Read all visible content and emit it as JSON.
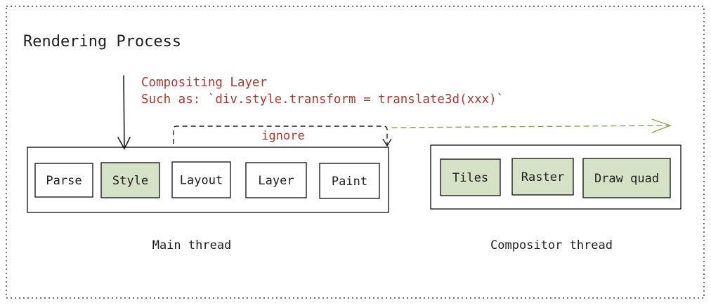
{
  "title": "Rendering Process",
  "annotation": {
    "line1": "Compositing Layer",
    "line2": "Such as: `div.style.transform = translate3d(xxx)`",
    "ignore_label": "ignore"
  },
  "main_thread": {
    "label": "Main thread",
    "stages": [
      {
        "label": "Parse",
        "highlighted": false
      },
      {
        "label": "Style",
        "highlighted": true
      },
      {
        "label": "Layout",
        "highlighted": false
      },
      {
        "label": "Layer",
        "highlighted": false
      },
      {
        "label": "Paint",
        "highlighted": false
      }
    ]
  },
  "compositor_thread": {
    "label": "Compositor thread",
    "stages": [
      {
        "label": "Tiles",
        "highlighted": true
      },
      {
        "label": "Raster",
        "highlighted": true
      },
      {
        "label": "Draw quad",
        "highlighted": true
      }
    ]
  },
  "colors": {
    "ink": "#1e1e1e",
    "annotation": "#a63b32",
    "highlight_fill": "#d6e2c6",
    "arrow_green": "#8aa35a"
  }
}
